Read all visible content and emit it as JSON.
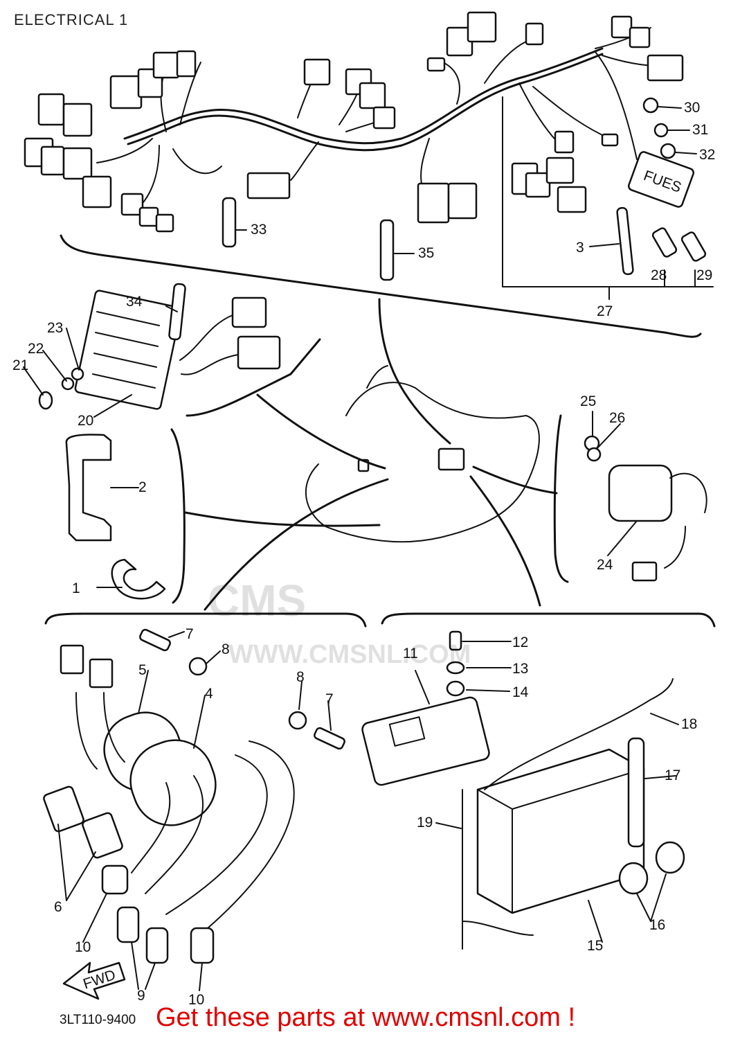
{
  "title": "ELECTRICAL 1",
  "doc_code": "3LT110-9400",
  "promo": "Get these parts at www.cmsnl.com !",
  "watermark": {
    "logo": "CMS",
    "url": "WWW.CMSNL.COM"
  },
  "labels": {
    "fuse_box_text": "FUES",
    "fwd_arrow_text": "FWD"
  },
  "callouts": [
    "1",
    "2",
    "3",
    "4",
    "5",
    "6",
    "7",
    "7",
    "8",
    "8",
    "9",
    "10",
    "10",
    "11",
    "12",
    "13",
    "14",
    "15",
    "16",
    "17",
    "18",
    "19",
    "20",
    "21",
    "22",
    "23",
    "24",
    "25",
    "26",
    "27",
    "28",
    "29",
    "30",
    "31",
    "32",
    "33",
    "34",
    "35"
  ],
  "colors": {
    "promo": "#e00000",
    "ink": "#111111"
  }
}
